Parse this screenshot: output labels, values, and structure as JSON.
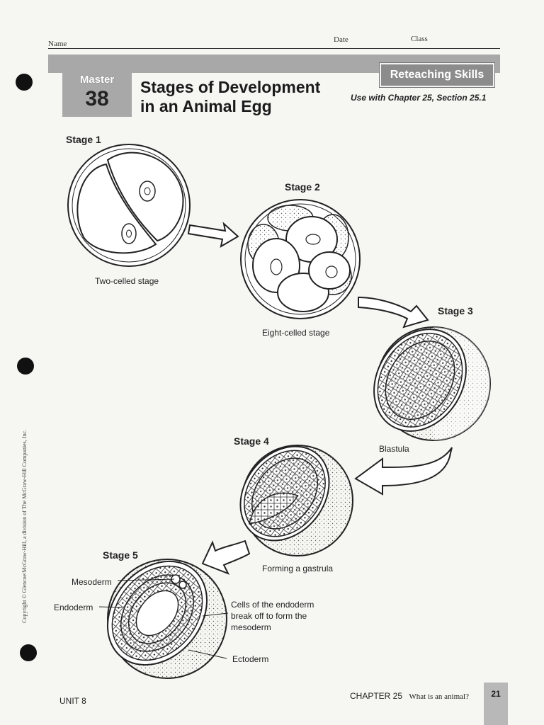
{
  "header": {
    "name_label": "Name",
    "date_label": "Date",
    "class_label": "Class"
  },
  "master": {
    "word": "Master",
    "number": "38"
  },
  "title": {
    "line1": "Stages of Development",
    "line2": "in an Animal Egg"
  },
  "badge": "Reteaching Skills",
  "use_with": "Use with Chapter 25, Section 25.1",
  "stages": {
    "s1": "Stage 1",
    "s2": "Stage 2",
    "s3": "Stage 3",
    "s4": "Stage 4",
    "s5": "Stage 5"
  },
  "captions": {
    "two_celled": "Two-celled stage",
    "eight_celled": "Eight-celled stage",
    "blastula": "Blastula",
    "gastrula": "Forming a gastrula"
  },
  "labels": {
    "mesoderm": "Mesoderm",
    "endoderm": "Endoderm",
    "ectoderm": "Ectoderm",
    "cells_note": "Cells of the endoderm break off to form the mesoderm"
  },
  "copyright": "Copyright © Glencoe/McGraw-Hill, a division of The McGraw-Hill Companies, Inc.",
  "footer": {
    "unit": "UNIT 8",
    "chapter": "CHAPTER 25",
    "chapter_title": "What is an animal?",
    "page": "21"
  }
}
